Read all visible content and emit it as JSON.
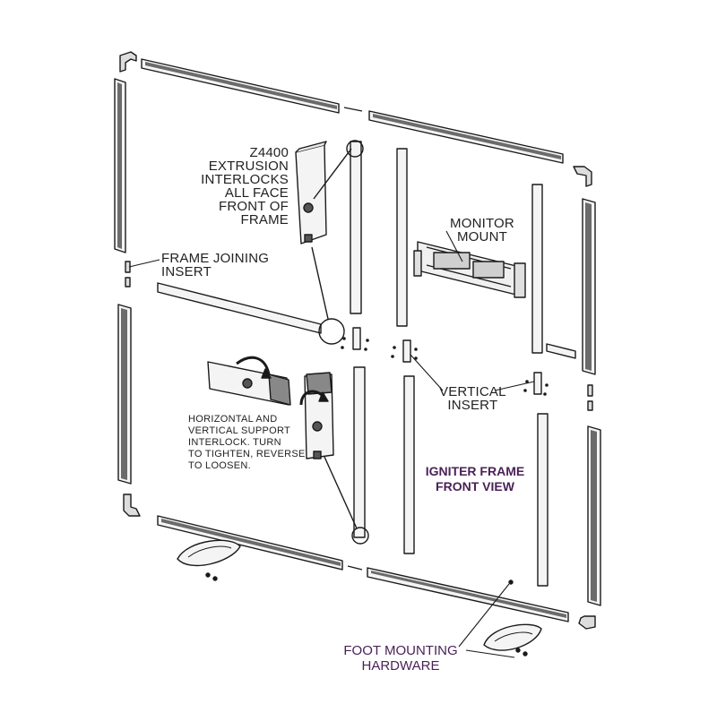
{
  "labels": {
    "extrusion": [
      "Z4400",
      "EXTRUSION",
      "INTERLOCKS",
      "ALL FACE",
      "FRONT OF",
      "FRAME"
    ],
    "frame_joining": [
      "FRAME JOINING",
      "INSERT"
    ],
    "monitor_mount": [
      "MONITOR",
      "MOUNT"
    ],
    "vertical_insert": [
      "VERTICAL",
      "INSERT"
    ],
    "support_interlock": [
      "HORIZONTAL AND",
      "VERTICAL SUPPORT",
      "INTERLOCK. TURN",
      "TO TIGHTEN, REVERSE",
      "TO LOOSEN."
    ],
    "title": [
      "IGNITER FRAME",
      "FRONT VIEW"
    ],
    "foot_hardware": [
      "FOOT MOUNTING",
      "HARDWARE"
    ]
  },
  "colors": {
    "line": "#1a1a1a",
    "bar_fill": "#f4f4f4",
    "bar_dark": "#6b6b6b",
    "title": "#4a2257",
    "text": "#222222"
  }
}
